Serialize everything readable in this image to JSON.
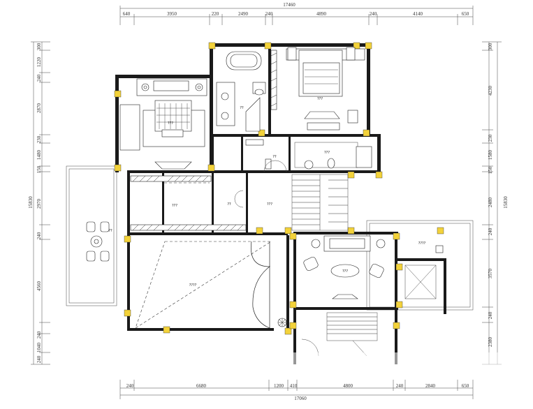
{
  "dimensions": {
    "top_total": "17460",
    "top": [
      "640",
      "3950",
      "220",
      "2490",
      "240",
      "4890",
      "240",
      "4140",
      "650"
    ],
    "bottom_total": "17060",
    "bottom": [
      "240",
      "6680",
      "1200",
      "410",
      "4800",
      "240",
      "2840",
      "650"
    ],
    "left_total": "15830",
    "left": [
      "300",
      "1220",
      "240",
      "2870",
      "230",
      "1480",
      "150",
      "2970",
      "240",
      "4560",
      "240",
      "1040",
      "240"
    ],
    "right_total": "15830",
    "right": [
      "300",
      "4230",
      "230",
      "1580",
      "150",
      "2480",
      "240",
      "3570",
      "240",
      "2380"
    ]
  },
  "rooms": {
    "bedroom_left": "???",
    "bathroom_center": "??",
    "bedroom_right": "???",
    "corridor": "??",
    "laundry": "???",
    "room_a": "???",
    "room_b": "??",
    "hall": "???",
    "terrace_left": "??",
    "living": "????",
    "lounge": "???",
    "elevator_room": "????"
  },
  "colors": {
    "column": "#f3d23a",
    "wall": "#1a1a1a"
  }
}
